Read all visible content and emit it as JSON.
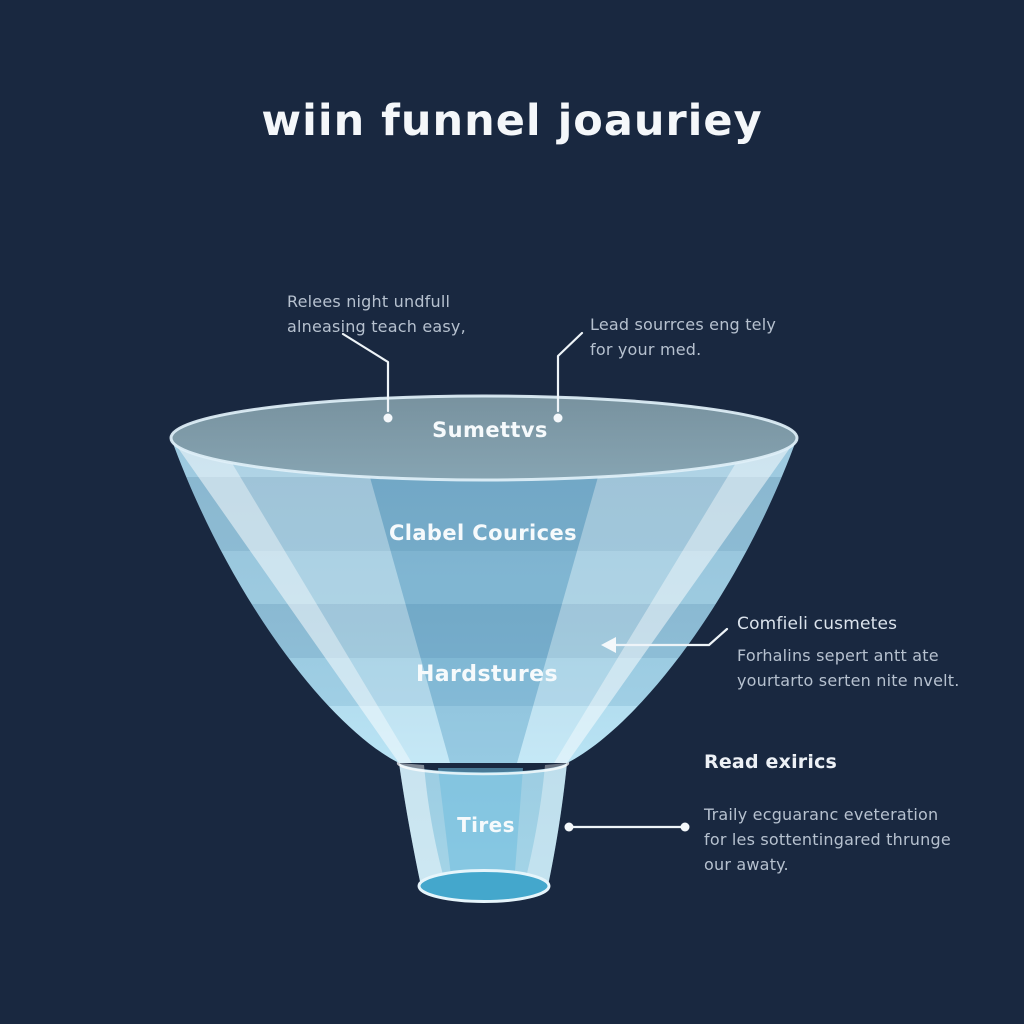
{
  "title": "wiin funnel joauriey",
  "funnel": {
    "stages": [
      {
        "label": "Sumettvs"
      },
      {
        "label": "Clabel Courices"
      },
      {
        "label": "Hardstures"
      },
      {
        "label": "Tires"
      }
    ]
  },
  "annotations": {
    "top_left": {
      "lines": [
        "Relees night undfull",
        "alneasing teach easy,"
      ]
    },
    "top_right": {
      "lines": [
        "Lead sourrces eng tely",
        "for your med."
      ]
    },
    "mid_right": {
      "heading": "Comfieli cusmetes",
      "lines": [
        "Forhalins sepert antt ate",
        "yourtarto serten nite nvelt."
      ]
    },
    "read_metrics": {
      "heading": "Read exirics"
    },
    "bottom_right": {
      "lines": [
        "Traily ecguaranc eveteration",
        "for les sottentingared thrunge",
        "our awaty."
      ]
    }
  },
  "colors": {
    "background": "#192840",
    "funnel_body_light": "#aedff2",
    "funnel_body_base": "#9dc9df",
    "funnel_center_facet": "#7cb6d4",
    "funnel_top_surface": "#7d97a4",
    "funnel_rim": "#dff0f8",
    "spout_fill": "#44a7cc",
    "leader_line": "#eef4f8",
    "title_text": "#f4f7fa",
    "annotation_text": "#b6c1cf"
  }
}
